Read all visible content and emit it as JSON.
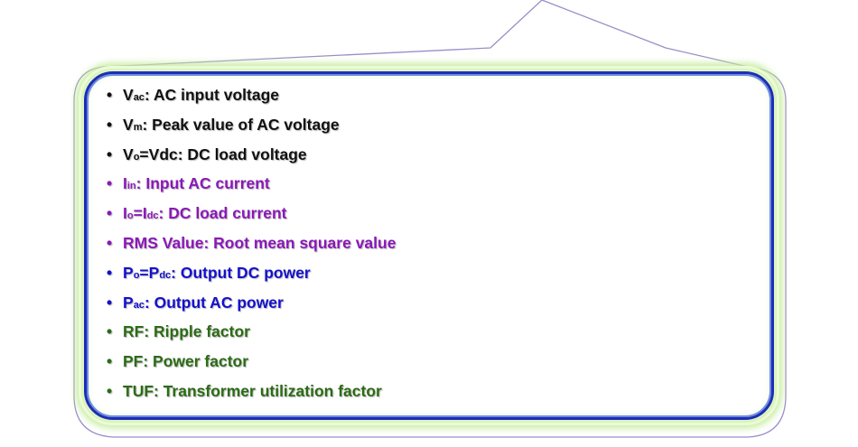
{
  "colors": {
    "black": "#111111",
    "purple": "#8a18b8",
    "blue": "#1410cc",
    "green": "#2c6b16",
    "frame": "#1a2fb4",
    "glow": "#c6ec9e"
  },
  "bullet_glyph": "•",
  "definitions": [
    {
      "sym": "V",
      "sub": "ac",
      "text": ": AC input voltage"
    },
    {
      "sym": "V",
      "sub": "m",
      "text": ": Peak value of AC voltage"
    },
    {
      "sym": "V",
      "sub": "o",
      "text": "=Vdc: DC load voltage"
    },
    {
      "sym": "I",
      "sub": "in",
      "text": ": Input AC current"
    },
    {
      "sym": "I",
      "sub": "o",
      "mid": "=I",
      "sub2": "dc",
      "text": ": DC load current"
    },
    {
      "text": "RMS Value: Root mean square value"
    },
    {
      "sym": "P",
      "sub": "o",
      "mid": "=P",
      "sub2": "dc",
      "text": ": Output DC power"
    },
    {
      "sym": "P",
      "sub": "ac",
      "text": ": Output AC power"
    },
    {
      "text": "RF: Ripple factor"
    },
    {
      "text": "PF: Power factor"
    },
    {
      "text": "TUF: Transformer utilization factor"
    }
  ]
}
